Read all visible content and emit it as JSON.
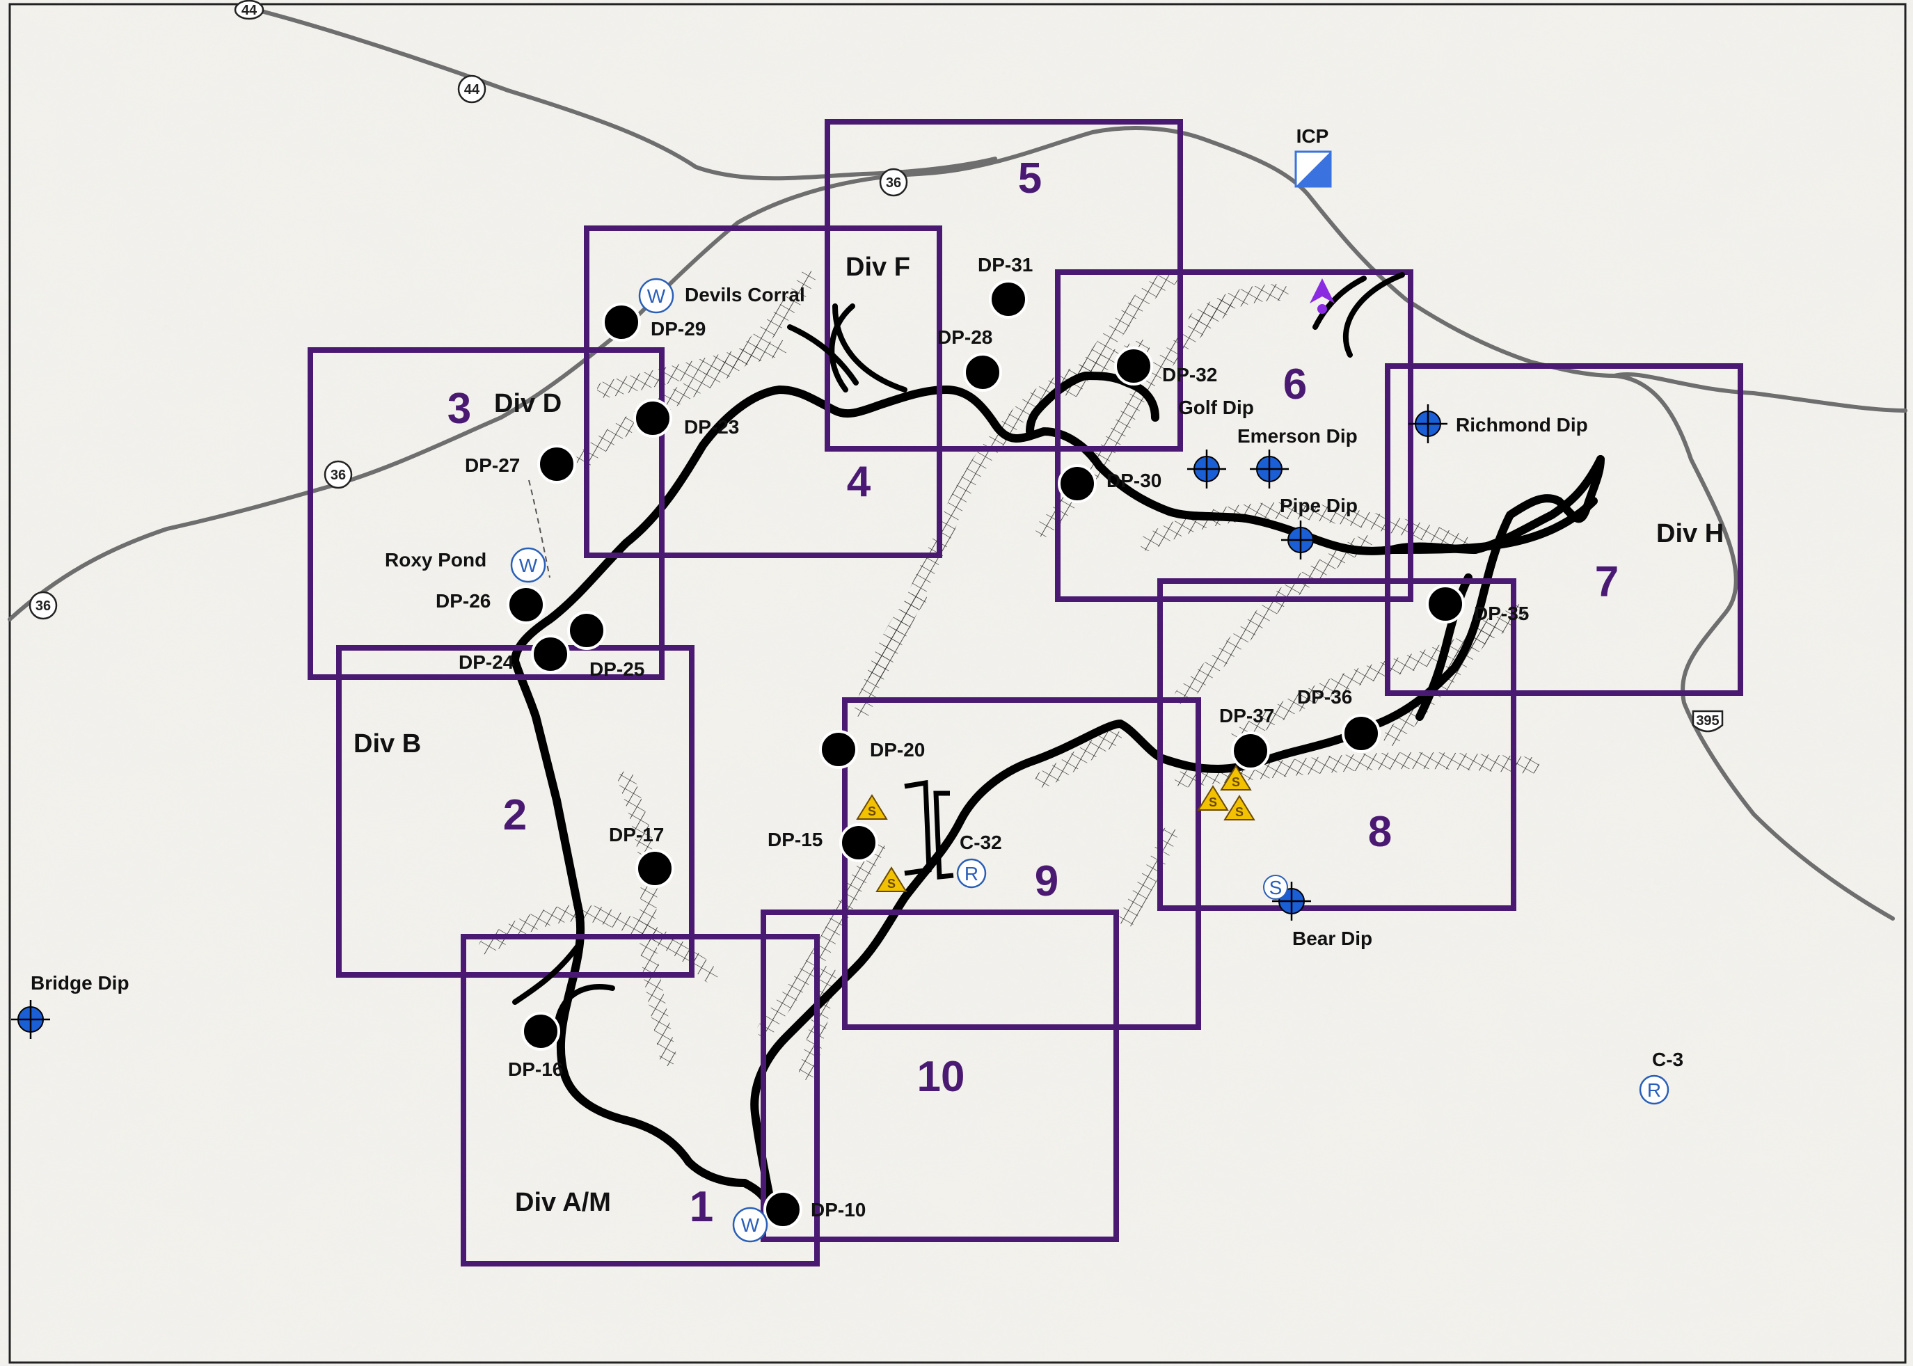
{
  "colors": {
    "terrain": "#e8e6e0",
    "grid_box": "#4a1a72",
    "fire_line": "#000000",
    "road": "#6e6e6e",
    "water_symbol": "#2a5fb8",
    "dip_site": "#1b5fd6",
    "hazard": "#f2c200",
    "icp": "#3a73e0",
    "helibase": "#8a2be2"
  },
  "grid_boxes": [
    "1",
    "2",
    "3",
    "4",
    "5",
    "6",
    "7",
    "8",
    "9",
    "10"
  ],
  "divisions": [
    "Div A/M",
    "Div B",
    "Div D",
    "Div F",
    "Div H"
  ],
  "drop_points": [
    "DP-10",
    "DP-15",
    "DP-16",
    "DP-17",
    "DP-20",
    "DP-23",
    "DP-24",
    "DP-25",
    "DP-26",
    "DP-27",
    "DP-28",
    "DP-29",
    "DP-30",
    "DP-31",
    "DP-32",
    "DP-35",
    "DP-36",
    "DP-37"
  ],
  "dip_sites": [
    "Bridge Dip",
    "Richmond Dip",
    "Emerson Dip",
    "Golf Dip",
    "Pipe Dip",
    "Bear Dip"
  ],
  "water_sources": [
    "Devils Corral",
    "Roxy Pond"
  ],
  "repeaters": [
    "C-32",
    "C-3"
  ],
  "icp": "ICP",
  "highways": [
    "44",
    "36",
    "36",
    "36",
    "395"
  ],
  "symbol_letters": {
    "water": "W",
    "repeater": "R",
    "safety": "S"
  }
}
